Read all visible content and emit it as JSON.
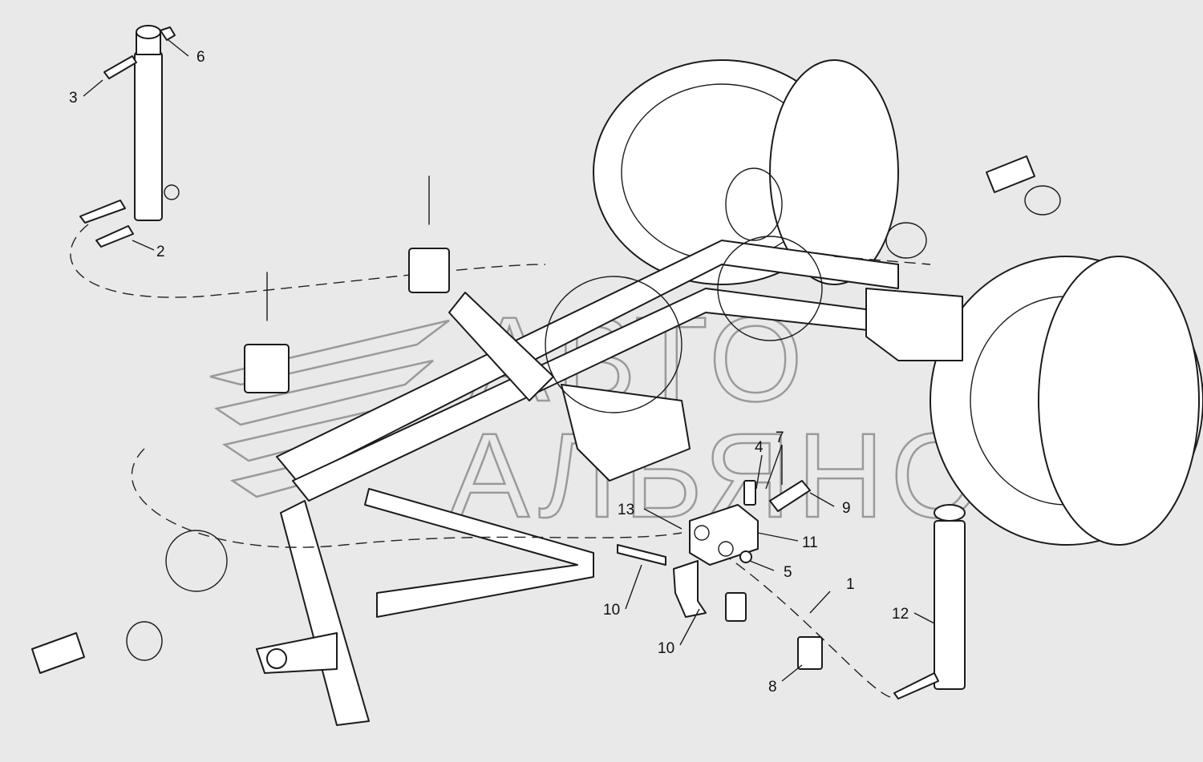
{
  "watermark": {
    "line1": "АВТО",
    "line2": "АЛЬЯНС"
  },
  "callouts": [
    {
      "id": "1",
      "label": "1"
    },
    {
      "id": "2",
      "label": "2"
    },
    {
      "id": "3",
      "label": "3"
    },
    {
      "id": "4",
      "label": "4"
    },
    {
      "id": "5",
      "label": "5"
    },
    {
      "id": "6",
      "label": "6"
    },
    {
      "id": "7",
      "label": "7"
    },
    {
      "id": "8",
      "label": "8"
    },
    {
      "id": "9",
      "label": "9"
    },
    {
      "id": "10a",
      "label": "10"
    },
    {
      "id": "10b",
      "label": "10"
    },
    {
      "id": "11",
      "label": "11"
    },
    {
      "id": "12",
      "label": "12"
    },
    {
      "id": "13",
      "label": "13"
    }
  ]
}
